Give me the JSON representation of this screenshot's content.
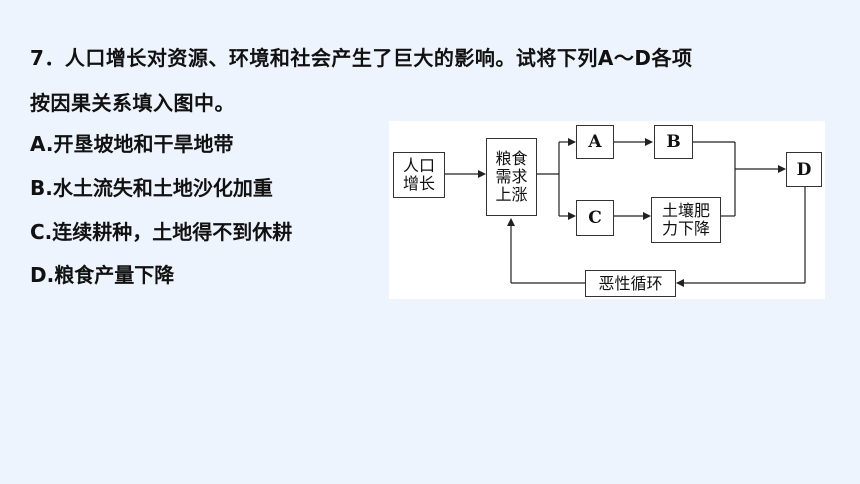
{
  "question": {
    "line1": "7．人口增长对资源、环境和社会产生了巨大的影响。试将下列A～D各项",
    "line2": "按因果关系填入图中。"
  },
  "options": [
    "A.开垦坡地和干旱地带",
    "B.水土流失和土地沙化加重",
    "C.连续耕种，土地得不到休耕",
    "D.粮食产量下降"
  ],
  "diagram": {
    "box_population": "人口\n增长",
    "box_demand": "粮食\n需求\n上涨",
    "box_a": "A",
    "box_b": "B",
    "box_c": "C",
    "box_d": "D",
    "box_fertility": "土壤肥\n力下降",
    "box_cycle": "恶性循环"
  }
}
